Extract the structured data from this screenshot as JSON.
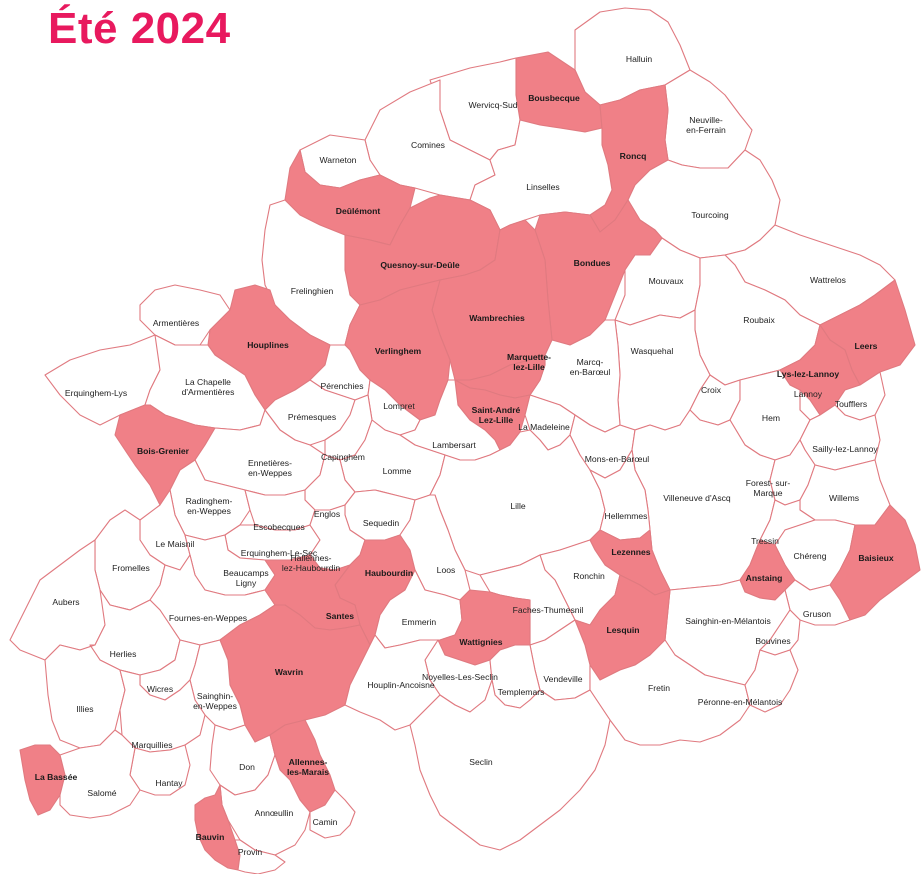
{
  "title": "Été 2024",
  "colors": {
    "title": "#e8195e",
    "highlight": "#f08087",
    "border": "#e07a80",
    "default_fill": "#ffffff"
  },
  "communes": [
    {
      "id": "halluin",
      "name": "Halluin",
      "highlighted": false
    },
    {
      "id": "bousbecque",
      "name": "Bousbecque",
      "highlighted": true
    },
    {
      "id": "wervicq-sud",
      "name": "Wervicq-Sud",
      "highlighted": false
    },
    {
      "id": "neuville-en-ferrain",
      "name": "Neuville-\nen-Ferrain",
      "highlighted": false
    },
    {
      "id": "comines",
      "name": "Comines",
      "highlighted": false
    },
    {
      "id": "roncq",
      "name": "Roncq",
      "highlighted": true
    },
    {
      "id": "warneton",
      "name": "Warneton",
      "highlighted": false
    },
    {
      "id": "linselles",
      "name": "Linselles",
      "highlighted": false
    },
    {
      "id": "tourcoing",
      "name": "Tourcoing",
      "highlighted": false
    },
    {
      "id": "deulemont",
      "name": "Deûlémont",
      "highlighted": true
    },
    {
      "id": "quesnoy-sur-deule",
      "name": "Quesnoy-sur-Deûle",
      "highlighted": true
    },
    {
      "id": "bondues",
      "name": "Bondues",
      "highlighted": true
    },
    {
      "id": "mouvaux",
      "name": "Mouvaux",
      "highlighted": false
    },
    {
      "id": "wattrelos",
      "name": "Wattrelos",
      "highlighted": false
    },
    {
      "id": "frelinghien",
      "name": "Frelinghien",
      "highlighted": false
    },
    {
      "id": "armentieres",
      "name": "Armentières",
      "highlighted": false
    },
    {
      "id": "houplines",
      "name": "Houplines",
      "highlighted": true
    },
    {
      "id": "wambrechies",
      "name": "Wambrechies",
      "highlighted": true
    },
    {
      "id": "roubaix",
      "name": "Roubaix",
      "highlighted": false
    },
    {
      "id": "leers",
      "name": "Leers",
      "highlighted": true
    },
    {
      "id": "verlinghem",
      "name": "Verlinghem",
      "highlighted": true
    },
    {
      "id": "wasquehal",
      "name": "Wasquehal",
      "highlighted": false
    },
    {
      "id": "marcq-en-baroeul",
      "name": "Marcq-\nen-Barœul",
      "highlighted": false
    },
    {
      "id": "marquette-lez-lille",
      "name": "Marquette-\nlez-Lille",
      "highlighted": true
    },
    {
      "id": "lys-lez-lannoy",
      "name": "Lys-lez-Lannoy",
      "highlighted": true
    },
    {
      "id": "erquinghem-lys",
      "name": "Erquinghem-Lys",
      "highlighted": false
    },
    {
      "id": "la-chapelle-darmentieres",
      "name": "La Chapelle\nd'Armentières",
      "highlighted": false
    },
    {
      "id": "perenchies",
      "name": "Pérenchies",
      "highlighted": false
    },
    {
      "id": "croix",
      "name": "Croix",
      "highlighted": false
    },
    {
      "id": "lannoy",
      "name": "Lannoy",
      "highlighted": false
    },
    {
      "id": "toufflers",
      "name": "Toufflers",
      "highlighted": false
    },
    {
      "id": "lompret",
      "name": "Lompret",
      "highlighted": false
    },
    {
      "id": "saint-andre-lez-lille",
      "name": "Saint-André\nLez-Lille",
      "highlighted": true
    },
    {
      "id": "premesques",
      "name": "Prémesques",
      "highlighted": false
    },
    {
      "id": "hem",
      "name": "Hem",
      "highlighted": false
    },
    {
      "id": "la-madeleine",
      "name": "La Madeleine",
      "highlighted": false
    },
    {
      "id": "lambersart",
      "name": "Lambersart",
      "highlighted": false
    },
    {
      "id": "bois-grenier",
      "name": "Bois-Grenier",
      "highlighted": true
    },
    {
      "id": "sailly-lez-lannoy",
      "name": "Sailly-lez-Lannoy",
      "highlighted": false
    },
    {
      "id": "capinghem",
      "name": "Capinghem",
      "highlighted": false
    },
    {
      "id": "mons-en-baroeul",
      "name": "Mons-en-Barœul",
      "highlighted": false
    },
    {
      "id": "ennetieres-en-weppes",
      "name": "Ennetières-\nen-Weppes",
      "highlighted": false
    },
    {
      "id": "lomme",
      "name": "Lomme",
      "highlighted": false
    },
    {
      "id": "villeneuve-dascq",
      "name": "Villeneuve d'Ascq",
      "highlighted": false
    },
    {
      "id": "forest-sur-marque",
      "name": "Forest- sur-\nMarque",
      "highlighted": false
    },
    {
      "id": "willems",
      "name": "Willems",
      "highlighted": false
    },
    {
      "id": "radinghem-en-weppes",
      "name": "Radinghem-\nen-Weppes",
      "highlighted": false
    },
    {
      "id": "lille",
      "name": "Lille",
      "highlighted": false
    },
    {
      "id": "englos",
      "name": "Englos",
      "highlighted": false
    },
    {
      "id": "hellemmes",
      "name": "Hellemmes",
      "highlighted": false
    },
    {
      "id": "sequedin",
      "name": "Sequedin",
      "highlighted": false
    },
    {
      "id": "escobecques",
      "name": "Escobecques",
      "highlighted": false
    },
    {
      "id": "le-maisnil",
      "name": "Le Maisnil",
      "highlighted": false
    },
    {
      "id": "tressin",
      "name": "Tressin",
      "highlighted": false
    },
    {
      "id": "erquinghem-le-sec",
      "name": "Erquinghem-Le-Sec",
      "highlighted": false
    },
    {
      "id": "lezennes",
      "name": "Lezennes",
      "highlighted": true
    },
    {
      "id": "chereng",
      "name": "Chéreng",
      "highlighted": false
    },
    {
      "id": "baisieux",
      "name": "Baisieux",
      "highlighted": true
    },
    {
      "id": "fromelles",
      "name": "Fromelles",
      "highlighted": false
    },
    {
      "id": "hallennes-lez-haubourdin",
      "name": "Hallennes-\nlez-Haubourdin",
      "highlighted": false
    },
    {
      "id": "beaucamps-ligny",
      "name": "Beaucamps\nLigny",
      "highlighted": false
    },
    {
      "id": "haubourdin",
      "name": "Haubourdin",
      "highlighted": true
    },
    {
      "id": "loos",
      "name": "Loos",
      "highlighted": false
    },
    {
      "id": "ronchin",
      "name": "Ronchin",
      "highlighted": false
    },
    {
      "id": "anstaing",
      "name": "Anstaing",
      "highlighted": true
    },
    {
      "id": "aubers",
      "name": "Aubers",
      "highlighted": false
    },
    {
      "id": "fournes-en-weppes",
      "name": "Fournes-en-Weppes",
      "highlighted": false
    },
    {
      "id": "faches-thumesnil",
      "name": "Faches-Thumesnil",
      "highlighted": false
    },
    {
      "id": "santes",
      "name": "Santes",
      "highlighted": true
    },
    {
      "id": "gruson",
      "name": "Gruson",
      "highlighted": false
    },
    {
      "id": "sainghin-en-melantois",
      "name": "Sainghin-en-Mélantois",
      "highlighted": false
    },
    {
      "id": "emmerin",
      "name": "Emmerin",
      "highlighted": false
    },
    {
      "id": "lesquin",
      "name": "Lesquin",
      "highlighted": true
    },
    {
      "id": "wattignies",
      "name": "Wattignies",
      "highlighted": true
    },
    {
      "id": "bouvines",
      "name": "Bouvines",
      "highlighted": false
    },
    {
      "id": "herlies",
      "name": "Herlies",
      "highlighted": false
    },
    {
      "id": "wavrin",
      "name": "Wavrin",
      "highlighted": true
    },
    {
      "id": "noyelles-les-seclin",
      "name": "Noyelles-Les-Seclin",
      "highlighted": false
    },
    {
      "id": "vendeville",
      "name": "Vendeville",
      "highlighted": false
    },
    {
      "id": "houplin-ancoisne",
      "name": "Houplin-Ancoisne",
      "highlighted": false
    },
    {
      "id": "wicres",
      "name": "Wicres",
      "highlighted": false
    },
    {
      "id": "fretin",
      "name": "Fretin",
      "highlighted": false
    },
    {
      "id": "templemars",
      "name": "Templemars",
      "highlighted": false
    },
    {
      "id": "sainghin-en-weppes",
      "name": "Sainghin-\nen-Weppes",
      "highlighted": false
    },
    {
      "id": "peronne-en-melantois",
      "name": "Péronne-en-Mélantois",
      "highlighted": false
    },
    {
      "id": "illies",
      "name": "Illies",
      "highlighted": false
    },
    {
      "id": "marquillies",
      "name": "Marquillies",
      "highlighted": false
    },
    {
      "id": "seclin",
      "name": "Seclin",
      "highlighted": false
    },
    {
      "id": "don",
      "name": "Don",
      "highlighted": false
    },
    {
      "id": "allennes-les-marais",
      "name": "Allennes-\nles-Marais",
      "highlighted": true
    },
    {
      "id": "la-bassee",
      "name": "La Bassée",
      "highlighted": true
    },
    {
      "id": "hantay",
      "name": "Hantay",
      "highlighted": false
    },
    {
      "id": "salome",
      "name": "Salomé",
      "highlighted": false
    },
    {
      "id": "annoeullin",
      "name": "Annœullin",
      "highlighted": false
    },
    {
      "id": "camin",
      "name": "Camin",
      "highlighted": false
    },
    {
      "id": "bauvin",
      "name": "Bauvin",
      "highlighted": true
    },
    {
      "id": "provin",
      "name": "Provin",
      "highlighted": false
    }
  ]
}
